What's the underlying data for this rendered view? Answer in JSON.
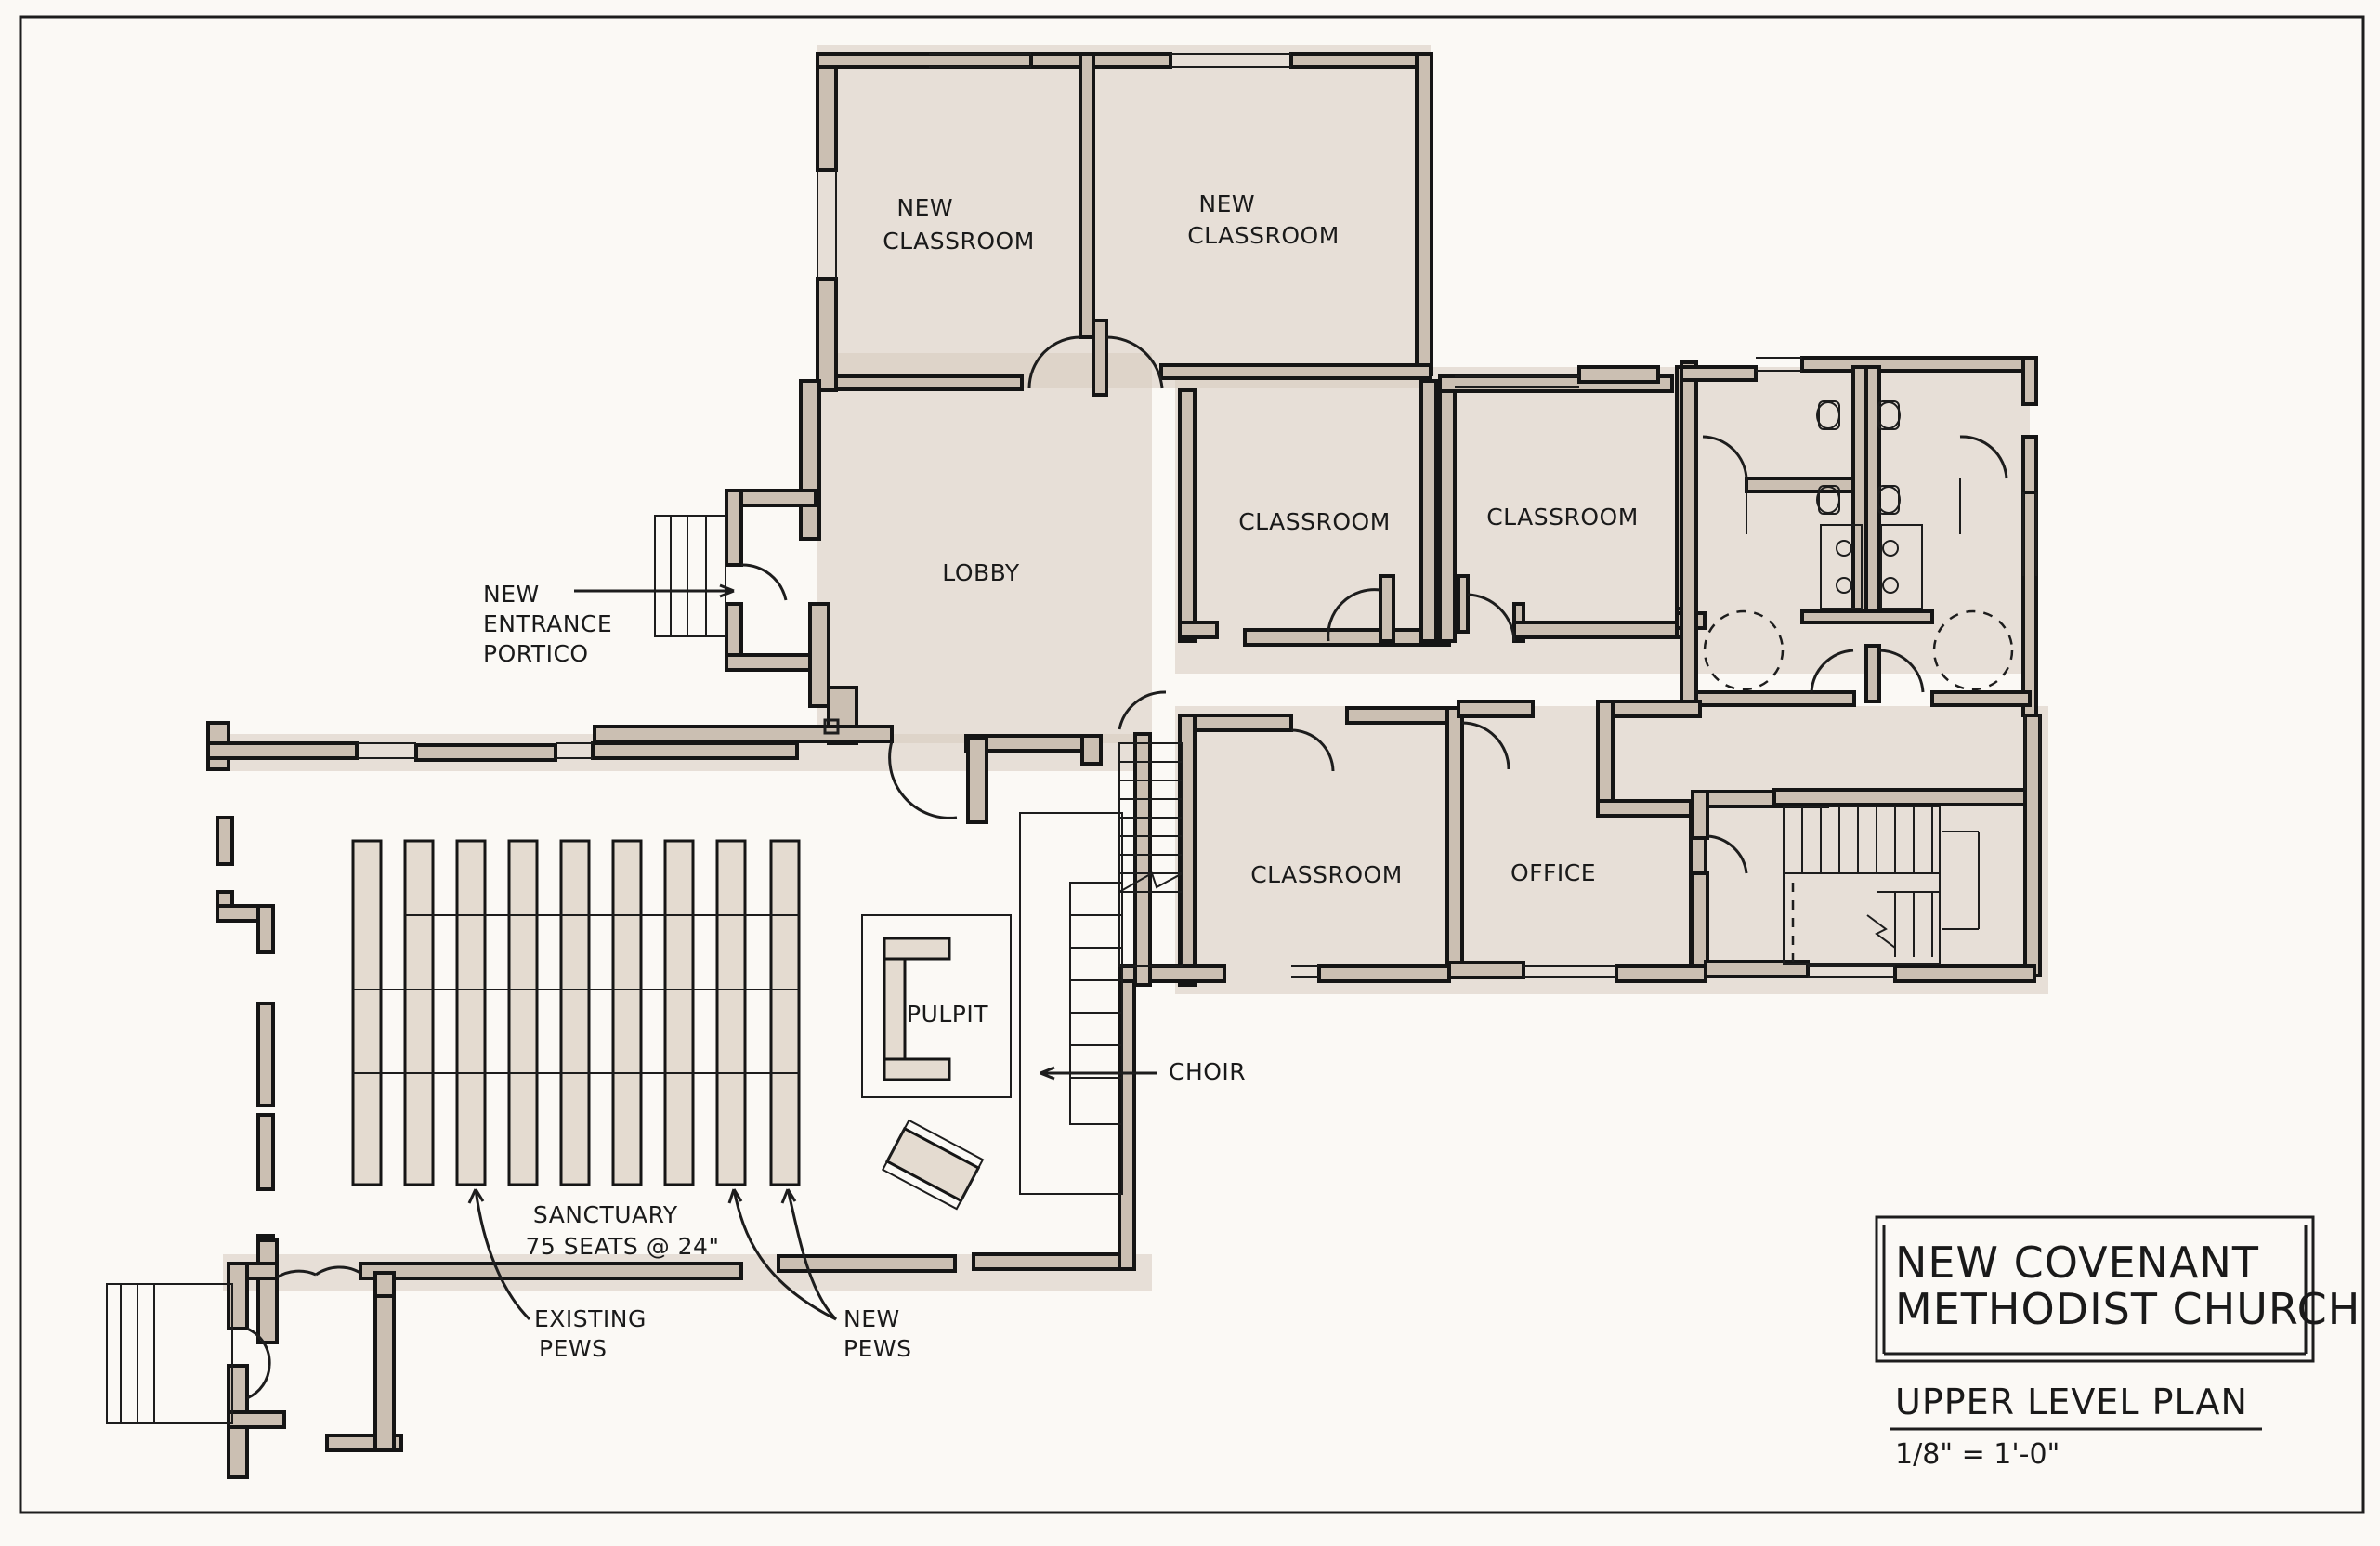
{
  "rooms": {
    "new_classroom_1": [
      "NEW",
      "CLASSROOM"
    ],
    "new_classroom_2": [
      "NEW",
      "CLASSROOM"
    ],
    "lobby": "LOBBY",
    "classroom_1": "CLASSROOM",
    "classroom_2": "CLASSROOM",
    "classroom_3": "CLASSROOM",
    "office": "OFFICE",
    "pulpit": "PULPIT",
    "choir": "CHOIR",
    "sanctuary": [
      "SANCTUARY",
      "75 SEATS @ 24\""
    ],
    "entrance_portico": [
      "NEW",
      "ENTRANCE",
      "PORTICO"
    ],
    "existing_pews": [
      "EXISTING",
      "PEWS"
    ],
    "new_pews": [
      "NEW",
      "PEWS"
    ]
  },
  "title_block": {
    "name_line1": "NEW COVENANT",
    "name_line2": "METHODIST CHURCH",
    "plan_title": "UPPER LEVEL PLAN",
    "scale": "1/8\" = 1'-0\""
  },
  "colors": {
    "wall_fill": "#cbbfb2",
    "ink": "#151515",
    "paper": "#fbf9f5"
  }
}
